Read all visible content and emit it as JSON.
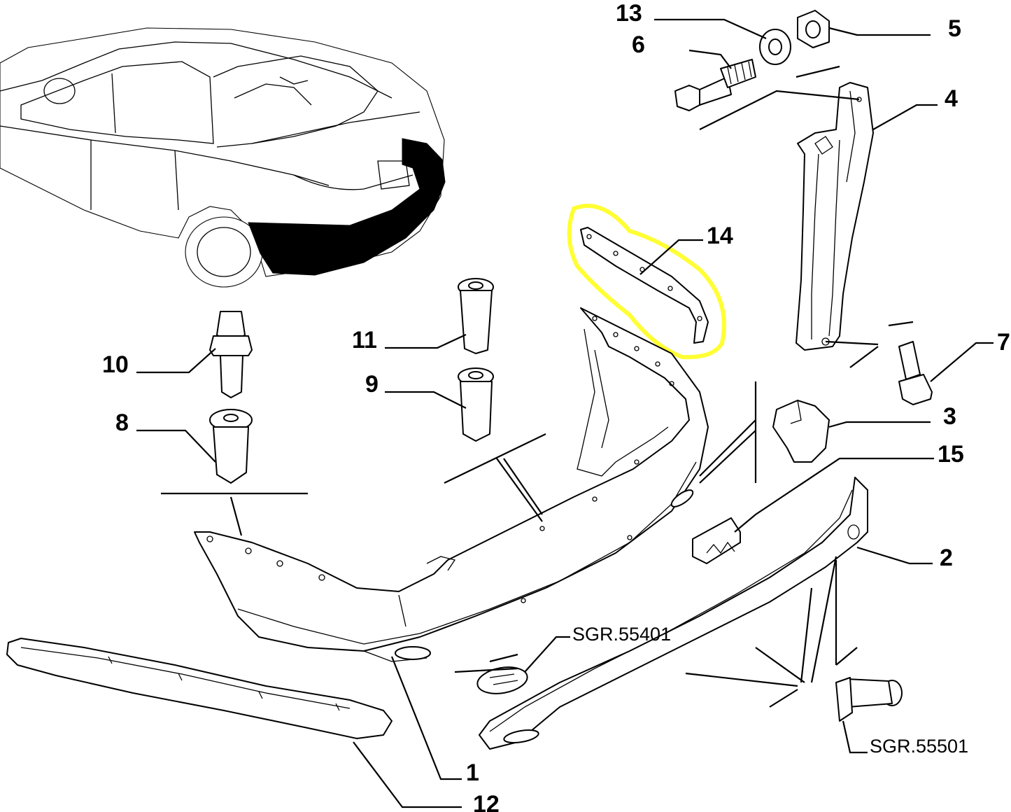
{
  "callouts": {
    "c1": "1",
    "c2": "2",
    "c3": "3",
    "c4": "4",
    "c5": "5",
    "c6": "6",
    "c7": "7",
    "c8": "8",
    "c9": "9",
    "c10": "10",
    "c11": "11",
    "c12": "12",
    "c13": "13",
    "c14": "14",
    "c15": "15"
  },
  "references": {
    "fog_lamp": "SGR.55401",
    "parking_sensor": "SGR.55501"
  },
  "colors": {
    "line": "#000000",
    "background": "#ffffff",
    "highlight": "#ffff33"
  }
}
